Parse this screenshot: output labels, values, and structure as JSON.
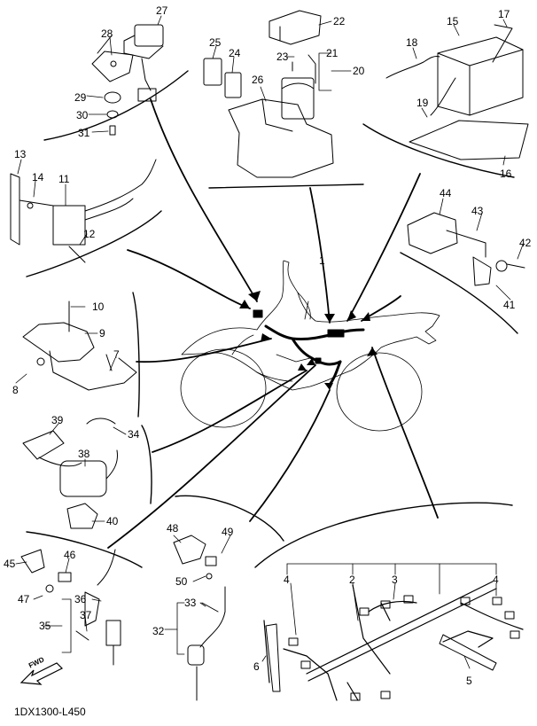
{
  "diagram_code": "1DX1300-L450",
  "fwd_label": "FWD",
  "callouts": [
    "1",
    "2",
    "3",
    "4",
    "5",
    "6",
    "7",
    "8",
    "9",
    "10",
    "11",
    "12",
    "13",
    "14",
    "15",
    "16",
    "17",
    "18",
    "19",
    "20",
    "21",
    "22",
    "23",
    "24",
    "25",
    "26",
    "27",
    "28",
    "29",
    "30",
    "31",
    "32",
    "33",
    "34",
    "35",
    "36",
    "37",
    "38",
    "39",
    "40",
    "41",
    "42",
    "43",
    "44",
    "45",
    "46",
    "47",
    "48",
    "49",
    "50"
  ]
}
